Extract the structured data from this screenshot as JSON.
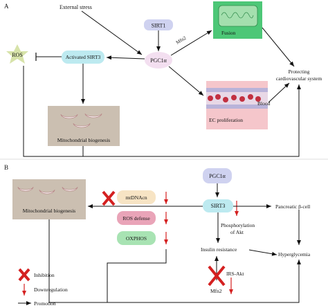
{
  "panel_a": {
    "label": "A",
    "external_stress": "External stress",
    "sirt1": "SIRT1",
    "pgc1a": "PGC1α",
    "mfn2": "Mfn2",
    "fusion": "Fusion",
    "ros": "ROS",
    "activated_sirt3": "Activated SIRT3",
    "protecting_line1": "Protecting",
    "protecting_line2": "cardiovascular system",
    "blood": "Blood",
    "ec_proliferation": "EC proliferation",
    "mito_biogenesis": "Mitochondrial biogenesis"
  },
  "panel_b": {
    "label": "B",
    "pgc1a": "PGC1α",
    "mito_biogenesis": "Mitochondrial biogenesis",
    "mtdnacn": "mtDNAcn",
    "ros_defense": "ROS defense",
    "oxphos": "OXPHOS",
    "sirt3": "SIRT3",
    "pancreatic": "Pancreatic β-cell",
    "phospho_line1": "Phosphorylation",
    "phospho_line2": "of Akt",
    "insulin_resistance": "Insulin resistance",
    "hyperglycemia": "Hyperglycemia",
    "irs_akt": "IRS-Akt",
    "mfn2": "Mfn2"
  },
  "legend": {
    "inhibition": "Inhibition",
    "downregulation": "Downregulation",
    "promotion": "Promotion"
  },
  "colors": {
    "sirt1_fill": "#cfd2f0",
    "pgc1a_fill": "#f3dff0",
    "fusion_fill": "#4dc777",
    "ros_fill": "#d7e3a9",
    "activated_sirt3_fill": "#bdeaf0",
    "mito_box_fill": "#cbbfb1",
    "ec_box_fill": "#f5c6cb",
    "mtdnacn_fill": "#f7e4c4",
    "ros_defense_fill": "#e9a4b8",
    "oxphos_fill": "#a8e3b3",
    "red": "#d42020"
  }
}
